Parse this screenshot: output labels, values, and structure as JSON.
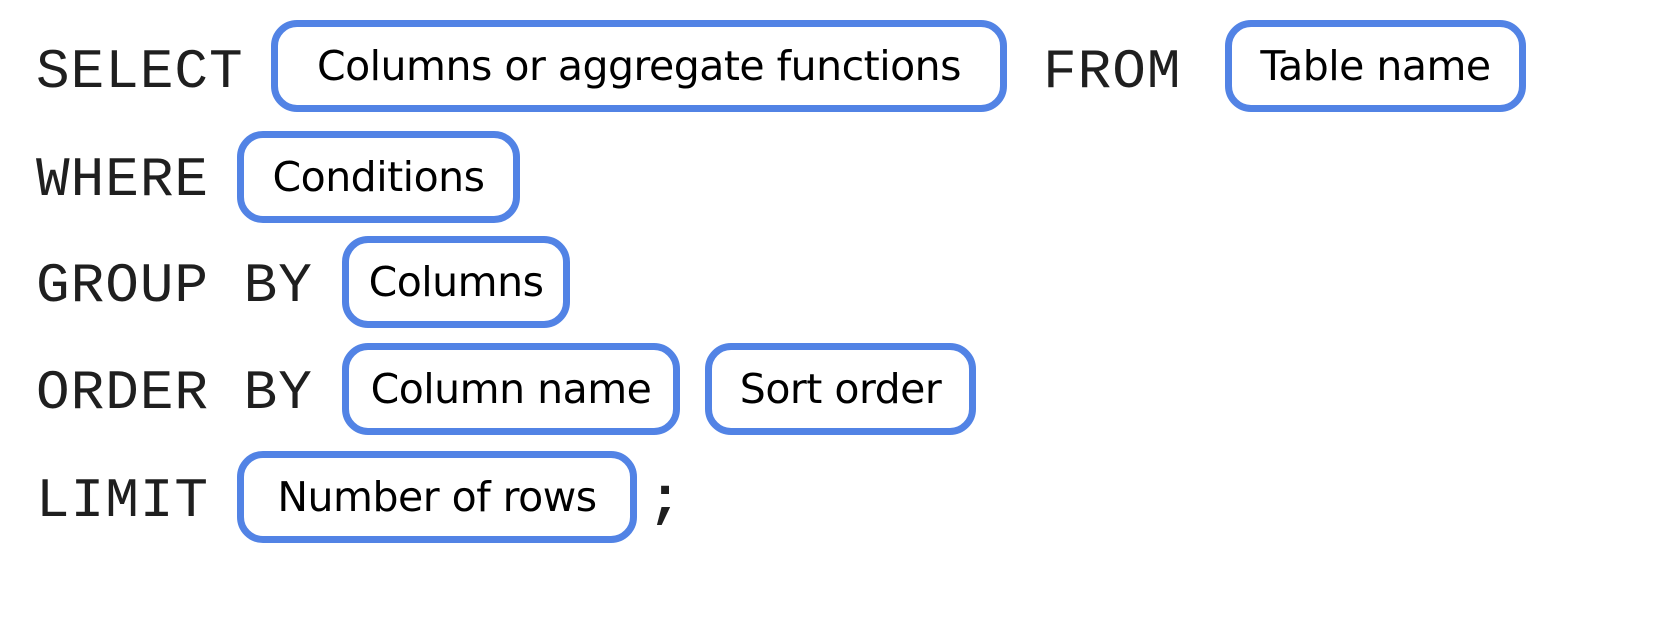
{
  "query": {
    "select": {
      "keyword": "SELECT",
      "columns_placeholder": "Columns or aggregate functions",
      "from_keyword": "FROM",
      "table_placeholder": "Table name"
    },
    "where": {
      "keyword": "WHERE",
      "conditions_placeholder": "Conditions"
    },
    "group_by": {
      "keyword": "GROUP BY",
      "columns_placeholder": "Columns"
    },
    "order_by": {
      "keyword": "ORDER BY",
      "column_placeholder": "Column name",
      "sort_placeholder": "Sort order"
    },
    "limit": {
      "keyword": "LIMIT",
      "rows_placeholder": "Number of rows",
      "terminator": ";"
    }
  },
  "colors": {
    "placeholder_border": "#5283e5",
    "keyword_text": "#1f1f1f",
    "placeholder_text": "#000000"
  }
}
